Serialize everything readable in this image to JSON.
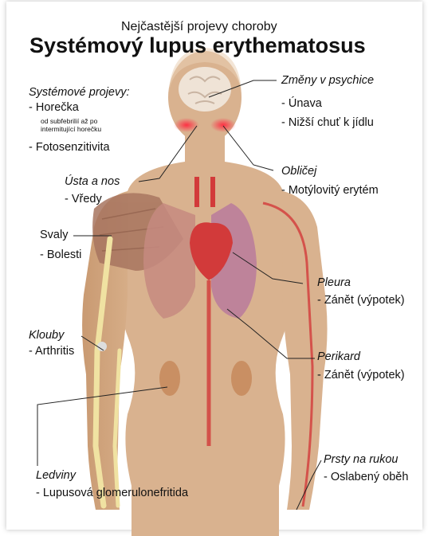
{
  "header": {
    "subtitle": "Nejčastější projevy choroby",
    "title": "Systémový lupus erythematosus"
  },
  "labels": {
    "systemic": {
      "heading": "Systémové projevy:",
      "items": [
        "- Horečka",
        "- Fotosenzitivita"
      ],
      "note_line1": "od subfebrilií až po",
      "note_line2": "intermitující horečku"
    },
    "psyche": {
      "heading": "Změny v psychice",
      "items": [
        "- Únava",
        "- Nižší chuť k jídlu"
      ]
    },
    "mouth": {
      "heading": "Ústa a nos",
      "items": [
        "- Vředy"
      ]
    },
    "face": {
      "heading": "Obličej",
      "items": [
        "- Motýlovitý erytém"
      ]
    },
    "muscles": {
      "heading": "Svaly",
      "items": [
        "- Bolesti"
      ]
    },
    "pleura": {
      "heading": "Pleura",
      "items": [
        "- Zánět (výpotek)"
      ]
    },
    "joints": {
      "heading": "Klouby",
      "items": [
        "- Arthritis"
      ]
    },
    "pericardium": {
      "heading": "Perikard",
      "items": [
        "- Zánět (výpotek)"
      ]
    },
    "kidneys": {
      "heading": "Ledviny",
      "items": [
        "- Lupusová glomerulonefritida"
      ]
    },
    "fingers": {
      "heading": "Prsty na rukou",
      "items": [
        "- Oslabený oběh"
      ]
    }
  },
  "colors": {
    "skin": "#d9b28f",
    "skin_dark": "#c79c78",
    "rash": "#ff3b4f",
    "vessel": "#d23a3a",
    "bone": "#f0e2a2",
    "lung": "#b97a9c",
    "kidney": "#c98f63",
    "line": "#222222"
  }
}
